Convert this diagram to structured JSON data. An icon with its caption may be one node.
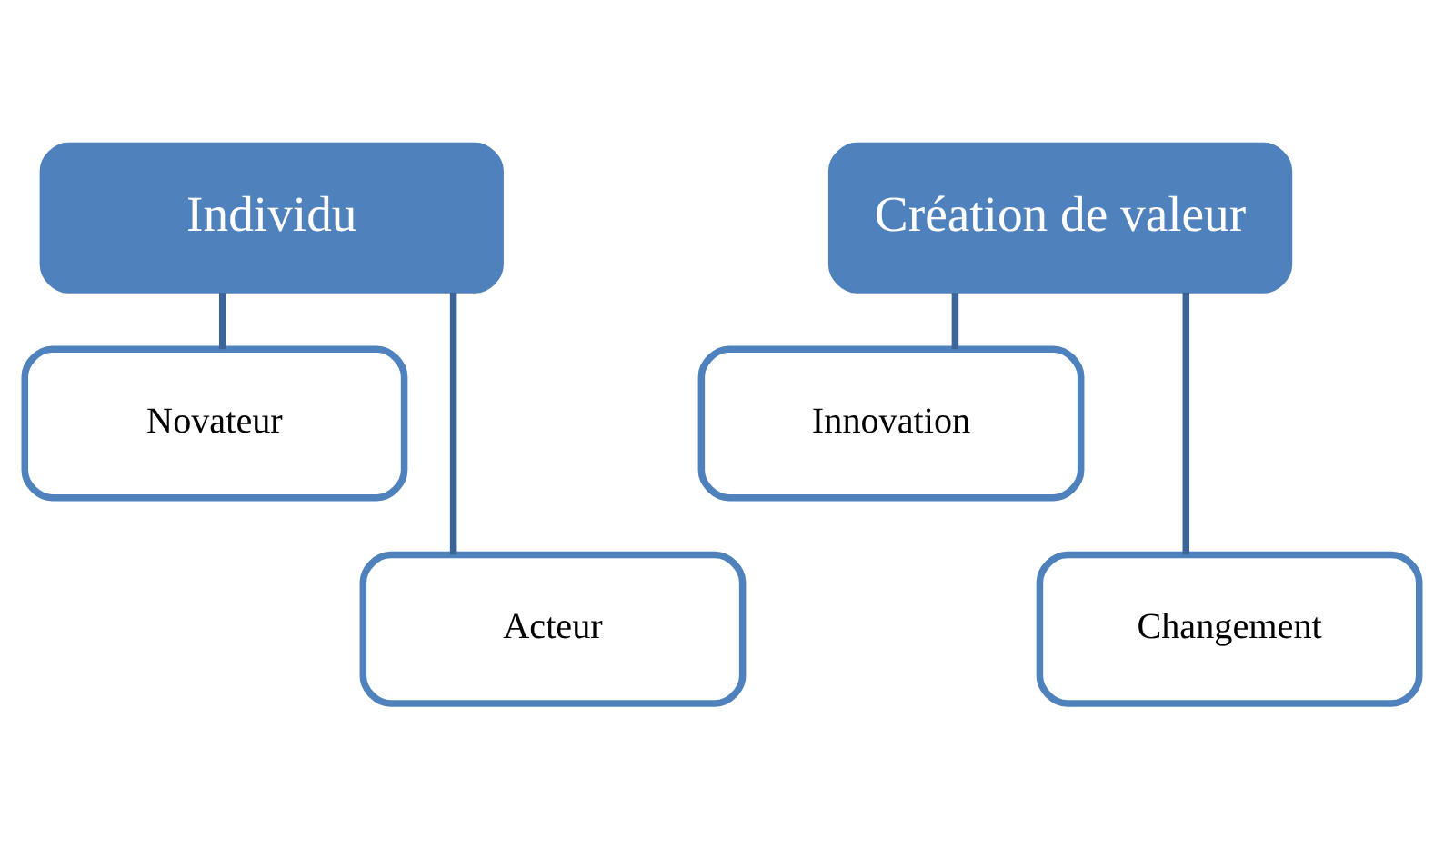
{
  "diagram": {
    "nodes": [
      {
        "text": [
          "Individu"
        ]
      },
      {
        "text": [
          "Novateur"
        ]
      },
      {
        "text": [
          "Acteur"
        ]
      },
      {
        "text": [
          "Création de valeur"
        ]
      },
      {
        "text": [
          "Innovation"
        ]
      },
      {
        "text": [
          "Changement"
        ]
      }
    ],
    "edges": [
      {
        "from": 0,
        "to": 1,
        "arrow": "none"
      },
      {
        "from": 0,
        "to": 2,
        "arrow": "none"
      },
      {
        "from": 3,
        "to": 4,
        "arrow": "none"
      },
      {
        "from": 3,
        "to": 5,
        "arrow": "none"
      }
    ]
  }
}
